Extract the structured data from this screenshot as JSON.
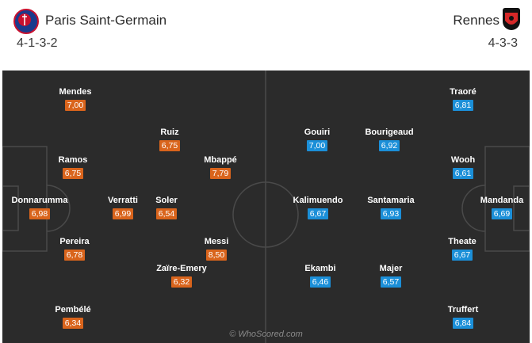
{
  "home": {
    "name": "Paris Saint-Germain",
    "formation": "4-1-3-2",
    "crest_icon": "psg-crest-icon",
    "crest_color": "#1b3a8c",
    "rating_color": "#d9641c",
    "players": [
      {
        "name": "Mendes",
        "rating": "7,00"
      },
      {
        "name": "Ruiz",
        "rating": "6,75"
      },
      {
        "name": "Ramos",
        "rating": "6,75"
      },
      {
        "name": "Mbappé",
        "rating": "7,79"
      },
      {
        "name": "Donnarumma",
        "rating": "6,98"
      },
      {
        "name": "Verratti",
        "rating": "6,99"
      },
      {
        "name": "Soler",
        "rating": "6,54"
      },
      {
        "name": "Pereira",
        "rating": "6,78"
      },
      {
        "name": "Messi",
        "rating": "8,50"
      },
      {
        "name": "Zaïre-Emery",
        "rating": "6,32"
      },
      {
        "name": "Pembélé",
        "rating": "6,34"
      }
    ]
  },
  "away": {
    "name": "Rennes",
    "formation": "4-3-3",
    "crest_icon": "rennes-crest-icon",
    "crest_color": "#d62828",
    "rating_color": "#1b8fd8",
    "players": [
      {
        "name": "Traoré",
        "rating": "6,81"
      },
      {
        "name": "Gouiri",
        "rating": "7,00"
      },
      {
        "name": "Bourigeaud",
        "rating": "6,92"
      },
      {
        "name": "Wooh",
        "rating": "6,61"
      },
      {
        "name": "Kalimuendo",
        "rating": "6,67"
      },
      {
        "name": "Santamaria",
        "rating": "6,93"
      },
      {
        "name": "Mandanda",
        "rating": "6,69"
      },
      {
        "name": "Theate",
        "rating": "6,67"
      },
      {
        "name": "Ekambi",
        "rating": "6,46"
      },
      {
        "name": "Majer",
        "rating": "6,57"
      },
      {
        "name": "Truffert",
        "rating": "6,84"
      }
    ]
  },
  "watermark": "© WhoScored.com",
  "pitch_color": "#2b2b2b"
}
